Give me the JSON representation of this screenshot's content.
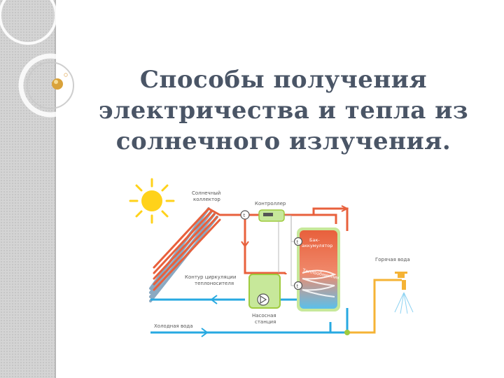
{
  "slide": {
    "title_lines": [
      "Способы получения",
      "электричества и тепла из",
      "солнечного излучения."
    ]
  },
  "diagram": {
    "labels": {
      "collector_1": "Солнечный",
      "collector_2": "коллектор",
      "controller": "Контроллер",
      "tank_1": "Бак-",
      "tank_2": "аккумулятор",
      "heat_exchanger": "Теплообменник",
      "hot_water": "Горячая вода",
      "circuit_1": "Контур циркуляции",
      "circuit_2": "теплоносителя",
      "pump_1": "Насосная",
      "pump_2": "станция",
      "cold_water": "Холодная вода",
      "sensor": "t"
    },
    "colors": {
      "hot_pipe": "#e8603c",
      "cold_pipe": "#27a9e1",
      "hot_water_pipe": "#f5b335",
      "sun": "#ffd21a",
      "accent_green": "#9fcb3f",
      "title": "#4a5566"
    }
  }
}
